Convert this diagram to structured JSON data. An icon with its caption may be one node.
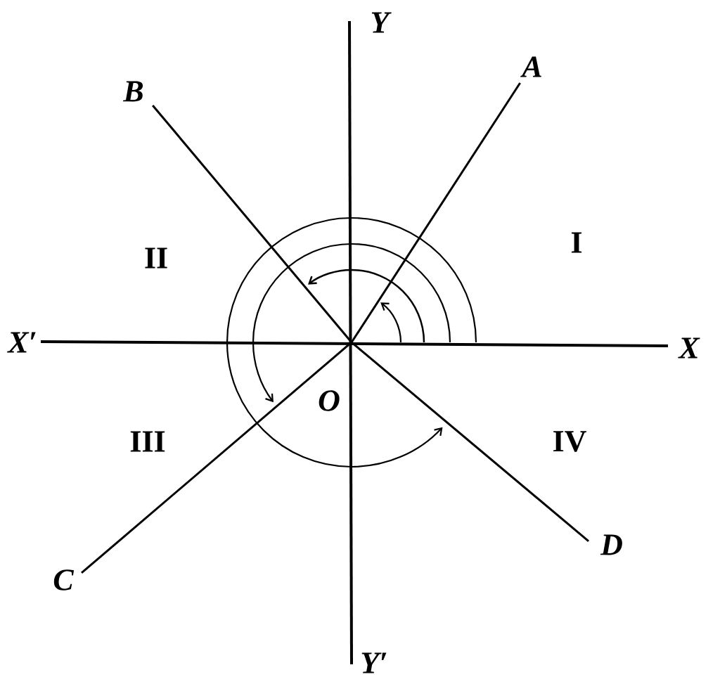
{
  "diagram": {
    "labels": [
      "Y",
      "A",
      "B",
      "II",
      "I",
      "X′",
      "X",
      "O",
      "III",
      "IV",
      "C",
      "D",
      "Y′"
    ]
  }
}
